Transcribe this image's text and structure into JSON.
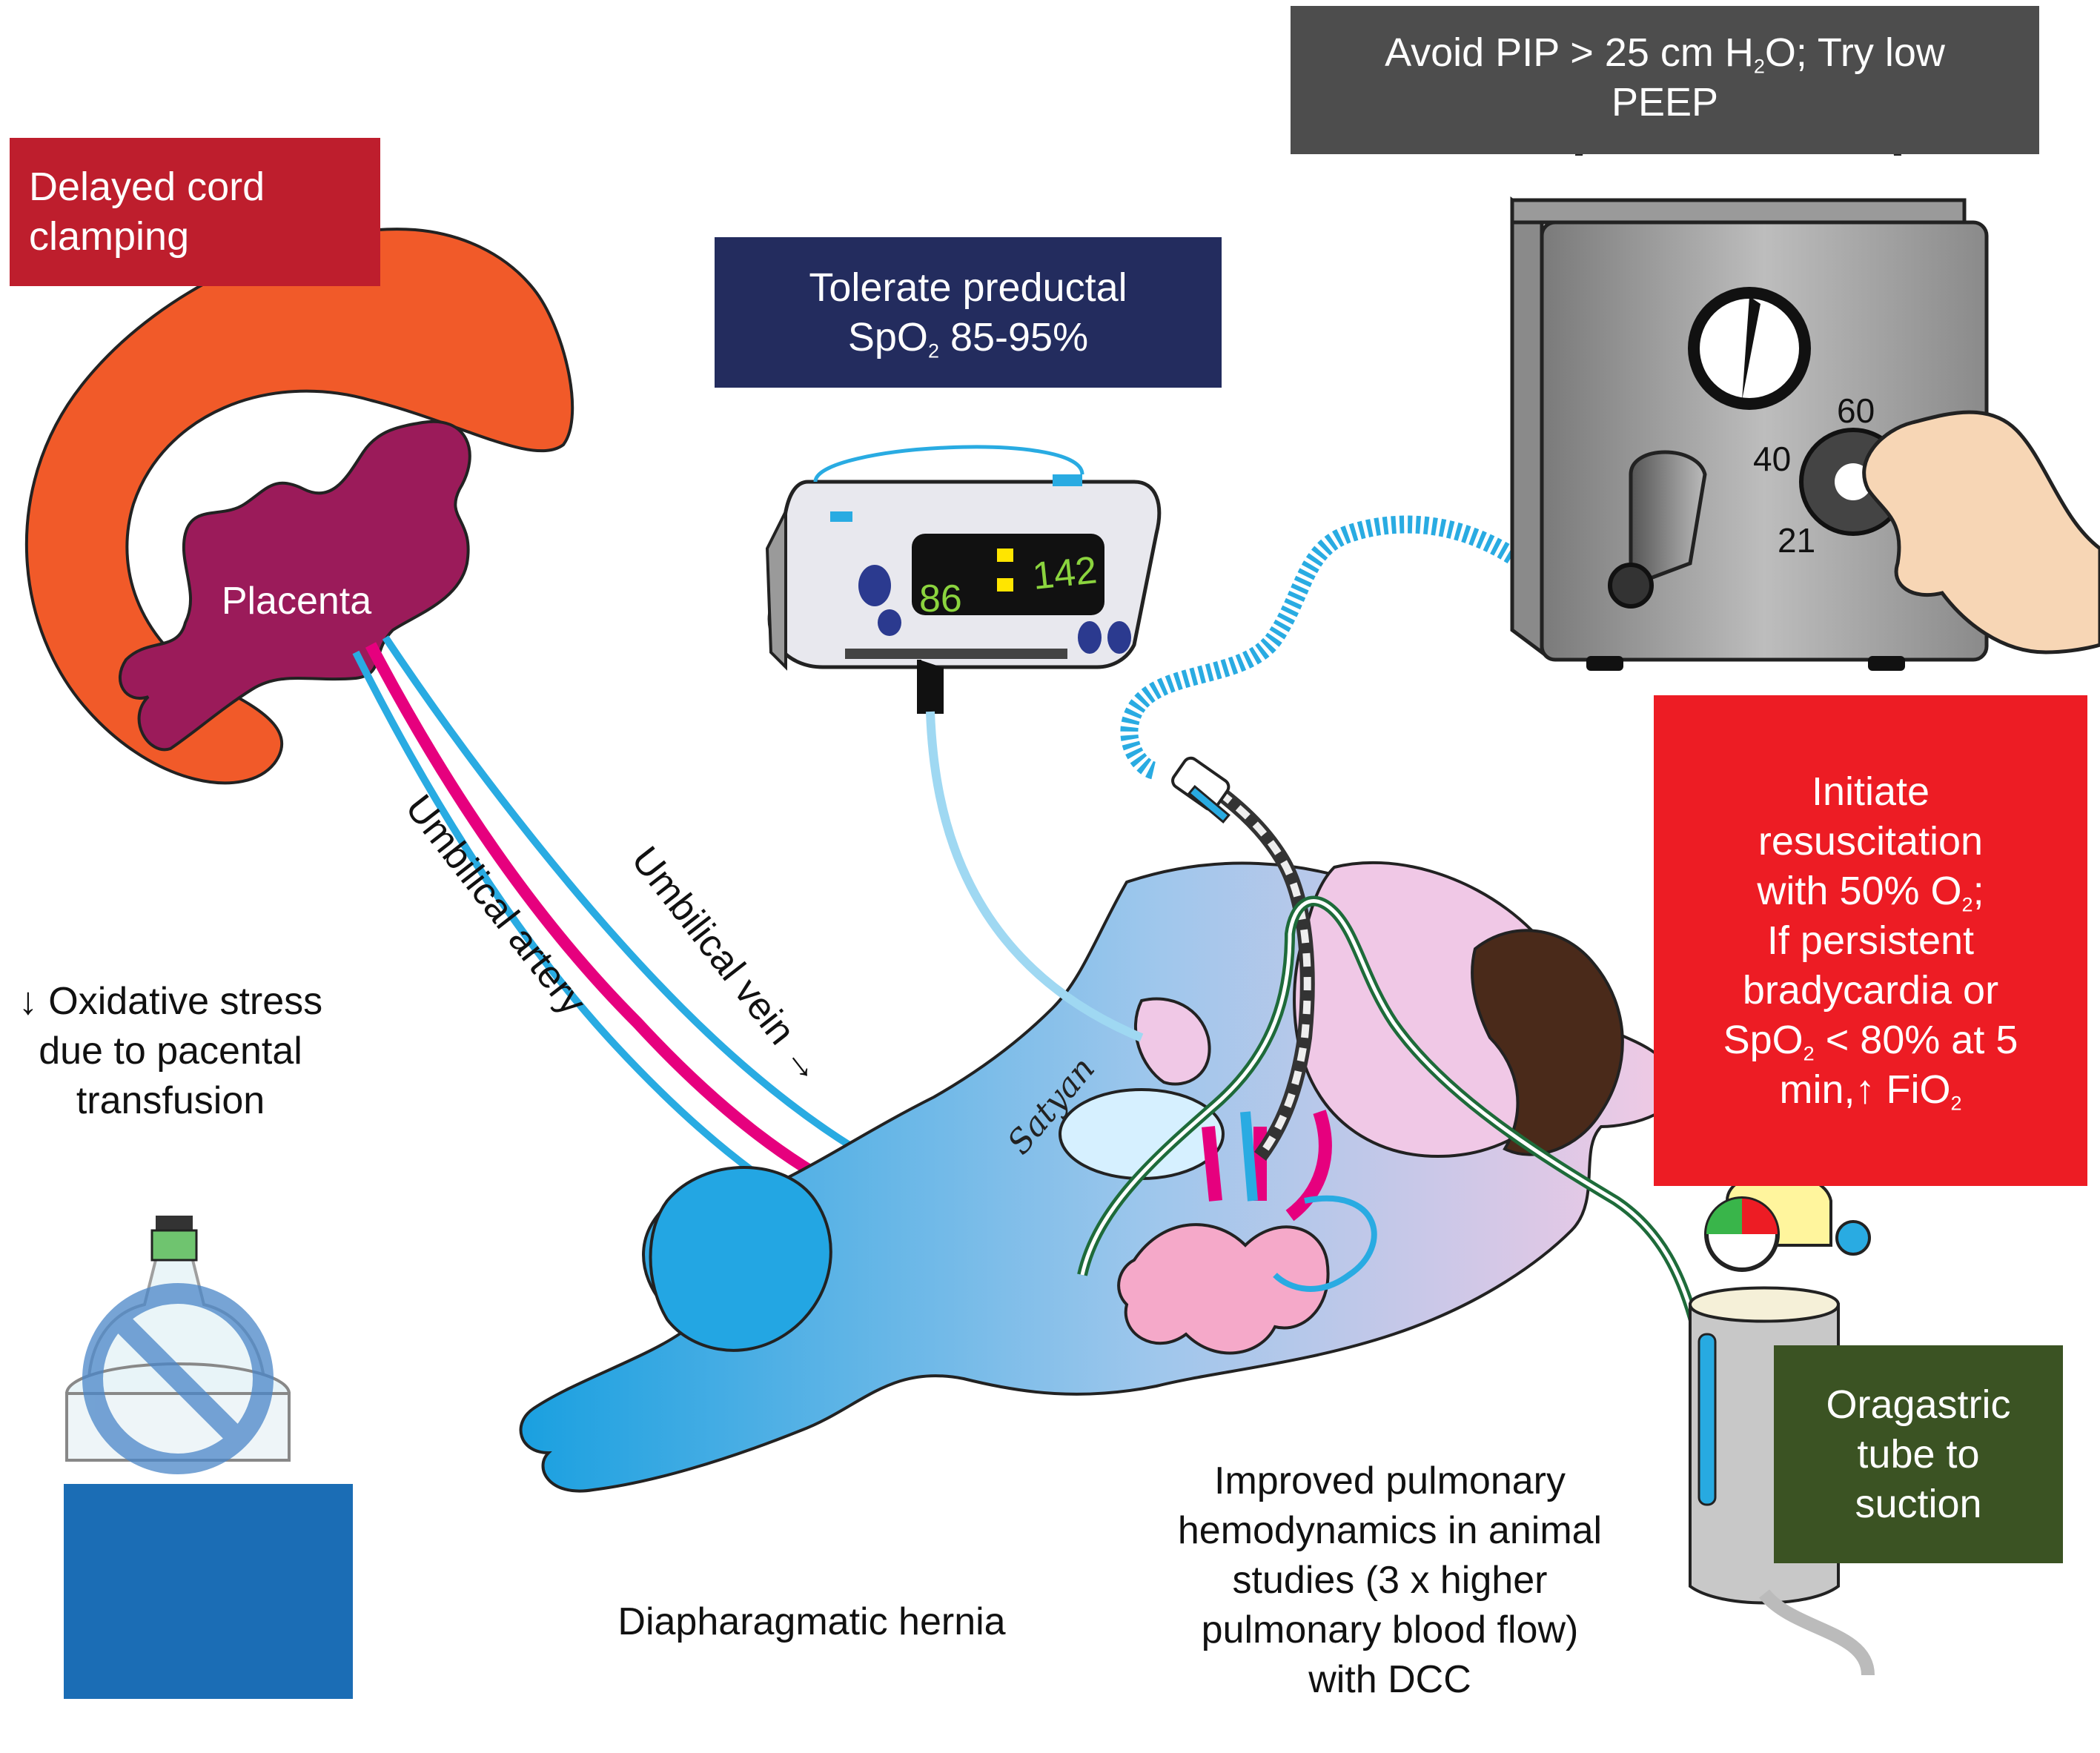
{
  "colors": {
    "red_dark": "#BE1E2D",
    "red_bright": "#ED1C24",
    "navy": "#232C5E",
    "gray_dark": "#4D4D4D",
    "green_dark": "#3B5323",
    "blue_block": "#1B6DB5",
    "orange": "#F15A29",
    "placenta": "#9B1B5A",
    "artery_pink": "#E6007E",
    "vein_blue": "#29ABE2",
    "tube_blue": "#27AAE1"
  },
  "labels": {
    "delayed_cord_clamping": [
      "Delayed cord",
      "clamping"
    ],
    "tolerate_preductal": {
      "line1": "Tolerate preductal",
      "line2_pre": "SpO",
      "line2_sub": "2",
      "line2_post": " 85-95%"
    },
    "avoid_pip": {
      "line1_pre": "Avoid PIP > 25 cm H",
      "line1_sub": "2",
      "line1_post": "O; Try low",
      "line2": "PEEP"
    },
    "initiate": {
      "l1": "Initiate",
      "l2": "resuscitation",
      "l3_pre": "with 50% O",
      "l3_sub": "2",
      "l3_post": ";",
      "l4": "If persistent",
      "l5": "bradycardia or",
      "l6_pre": "SpO",
      "l6_sub": "2",
      "l6_post": " < 80% at 5",
      "l7_pre": "min,↑ FiO",
      "l7_sub": "2"
    },
    "oragastric": [
      "Oragastric",
      "tube to",
      "suction"
    ],
    "placenta": "Placenta",
    "umbilical_artery": "Umbilical artery",
    "umbilical_vein": "Umbilical vein →",
    "oxidative": [
      "↓ Oxidative stress",
      "due to pacental",
      "transfusion"
    ],
    "hernia": "Diapharagmatic hernia",
    "improved": [
      "Improved pulmonary",
      "hemodynamics in animal",
      "studies (3 x higher",
      "pulmonary blood flow)",
      "with DCC"
    ]
  },
  "monitor": {
    "spo2": "86",
    "heart_rate": "142"
  },
  "dial": {
    "tick_low": "21",
    "tick_mid": "40",
    "tick_high": "60"
  },
  "signature": "Satyan"
}
